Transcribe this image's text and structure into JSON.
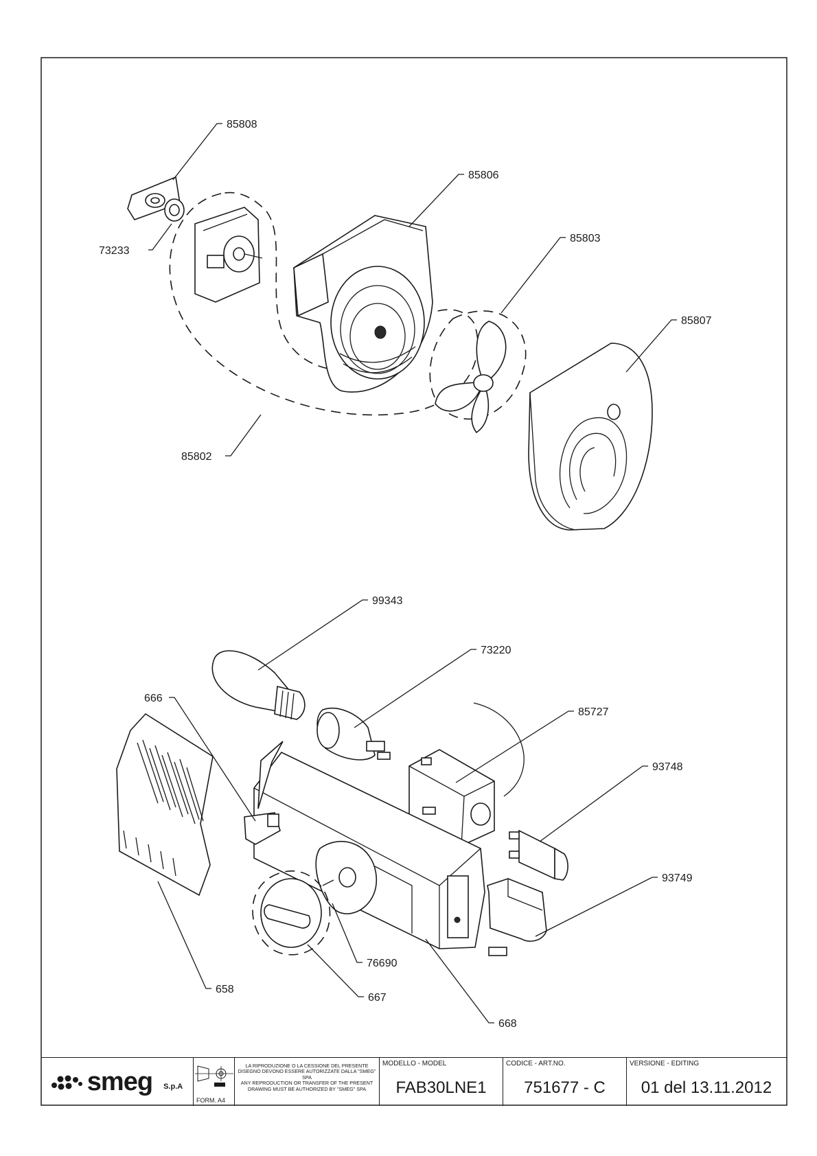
{
  "callouts": [
    {
      "id": "85808",
      "label": "85808"
    },
    {
      "id": "85806",
      "label": "85806"
    },
    {
      "id": "73233",
      "label": "73233"
    },
    {
      "id": "85803",
      "label": "85803"
    },
    {
      "id": "85807",
      "label": "85807"
    },
    {
      "id": "85802",
      "label": "85802"
    },
    {
      "id": "99343",
      "label": "99343"
    },
    {
      "id": "73220",
      "label": "73220"
    },
    {
      "id": "666",
      "label": "666"
    },
    {
      "id": "85727",
      "label": "85727"
    },
    {
      "id": "93748",
      "label": "93748"
    },
    {
      "id": "93749",
      "label": "93749"
    },
    {
      "id": "76690",
      "label": "76690"
    },
    {
      "id": "658",
      "label": "658"
    },
    {
      "id": "667",
      "label": "667"
    },
    {
      "id": "668",
      "label": "668"
    }
  ],
  "title_block": {
    "logo_text": "smeg",
    "logo_suffix": "S.p.A",
    "form": "FORM. A4",
    "notice_it": "LA RIPRODUZIONE O LA CESSIONE DEL PRESENTE DISEGNO DEVONO ESSERE AUTORIZZATE DALLA \"SMEG\" SPA",
    "notice_en": "ANY REPRODUCTION OR TRANSFER OF THE PRESENT DRAWING MUST BE AUTHORIZED BY \"SMEG\" SPA",
    "model_caption": "MODELLO - MODEL",
    "model_value": "FAB30LNE1",
    "code_caption": "CODICE - ART.NO.",
    "code_value": "751677 - C",
    "version_caption": "VERSIONE - EDITING",
    "version_value": "01 del 13.11.2012"
  },
  "colors": {
    "ink": "#1a1a1a",
    "paper": "#ffffff"
  }
}
